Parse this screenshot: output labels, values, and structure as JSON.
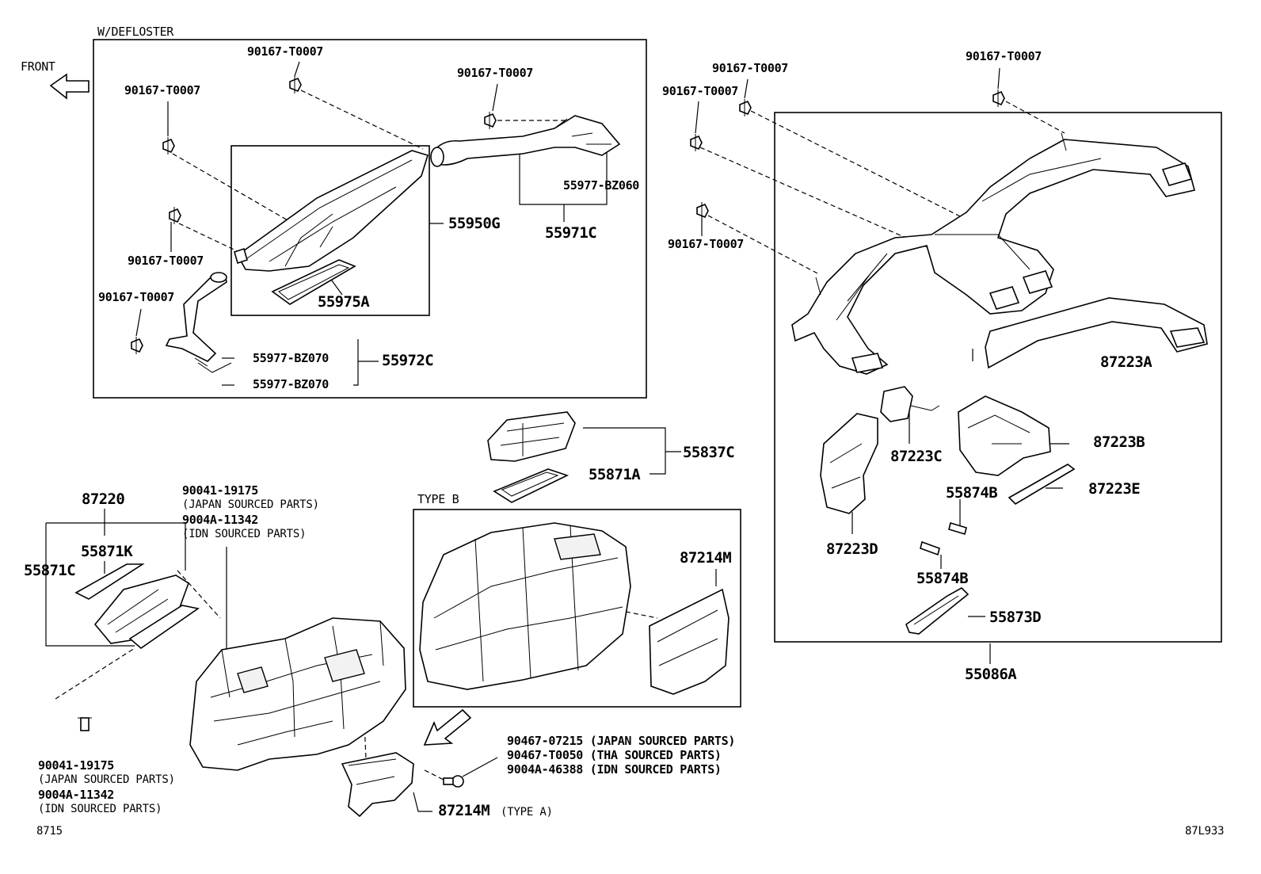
{
  "diagram_code": "87L933",
  "page_ref": "8715",
  "front_label": "FRONT",
  "box_defloster": "W/DEFLOSTER",
  "box_type_b": "TYPE B",
  "parts": {
    "p_90167_a": "90167-T0007",
    "p_90167_b": "90167-T0007",
    "p_90167_c": "90167-T0007",
    "p_90167_d": "90167-T0007",
    "p_90167_e": "90167-T0007",
    "p_90167_f": "90167-T0007",
    "p_90167_g": "90167-T0007",
    "p_90167_h": "90167-T0007",
    "p_90167_i": "90167-T0007",
    "p_55977_bz060": "55977-BZ060",
    "p_55950g": "55950G",
    "p_55971c": "55971C",
    "p_55975a": "55975A",
    "p_55977_bz070_a": "55977-BZ070",
    "p_55977_bz070_b": "55977-BZ070",
    "p_55972c": "55972C",
    "p_87223a": "87223A",
    "p_87223b": "87223B",
    "p_87223c": "87223C",
    "p_87223d": "87223D",
    "p_87223e": "87223E",
    "p_55874b_a": "55874B",
    "p_55874b_b": "55874B",
    "p_55873d": "55873D",
    "p_55086a": "55086A",
    "p_55837c": "55837C",
    "p_55871a": "55871A",
    "p_87220": "87220",
    "p_55871k": "55871K",
    "p_55871c": "55871C",
    "p_87214m_b": "87214M",
    "p_87214m_a": "87214M",
    "p_87214m_a_note": "(TYPE A)"
  },
  "screw_top": {
    "line1": "90041-19175",
    "line2": "(JAPAN SOURCED PARTS)",
    "line3": "9004A-11342",
    "line4": "(IDN SOURCED PARTS)"
  },
  "screw_bottom": {
    "line1": "90041-19175",
    "line2": "(JAPAN SOURCED PARTS)",
    "line3": "9004A-11342",
    "line4": "(IDN SOURCED PARTS)"
  },
  "bolt": {
    "line1": "90467-07215 (JAPAN SOURCED PARTS)",
    "line2": "90467-T0050 (THA SOURCED PARTS)",
    "line3": "9004A-46388 (IDN SOURCED PARTS)"
  }
}
